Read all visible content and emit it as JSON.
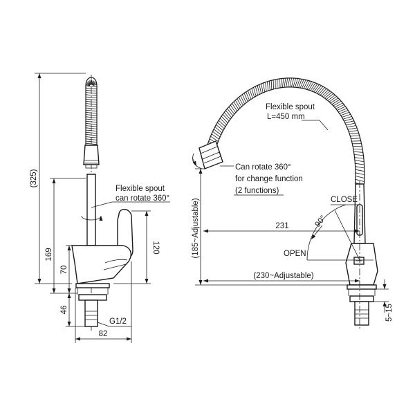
{
  "front_view": {
    "overall_height": "(325)",
    "spout_height": "169",
    "base_to_lever": "70",
    "lever_height": "120",
    "shank_length": "46",
    "width": "82",
    "thread": "G1/2",
    "rotate_note_line1": "Flexible spout",
    "rotate_note_line2": "can rotate 360°"
  },
  "side_view": {
    "hose_note_line1": "Flexible spout",
    "hose_note_line2": "L=450 mm",
    "function_note_line1": "Can rotate 360°",
    "function_note_line2": "for change function",
    "function_note_line3": "(2 functions)",
    "adjustable_height": "(185~Adjustable)",
    "reach": "231",
    "adjustable_reach": "(230~Adjustable)",
    "angle": "90°",
    "close_label": "CLOSE",
    "open_label": "OPEN",
    "clamp_range": "5~15"
  }
}
